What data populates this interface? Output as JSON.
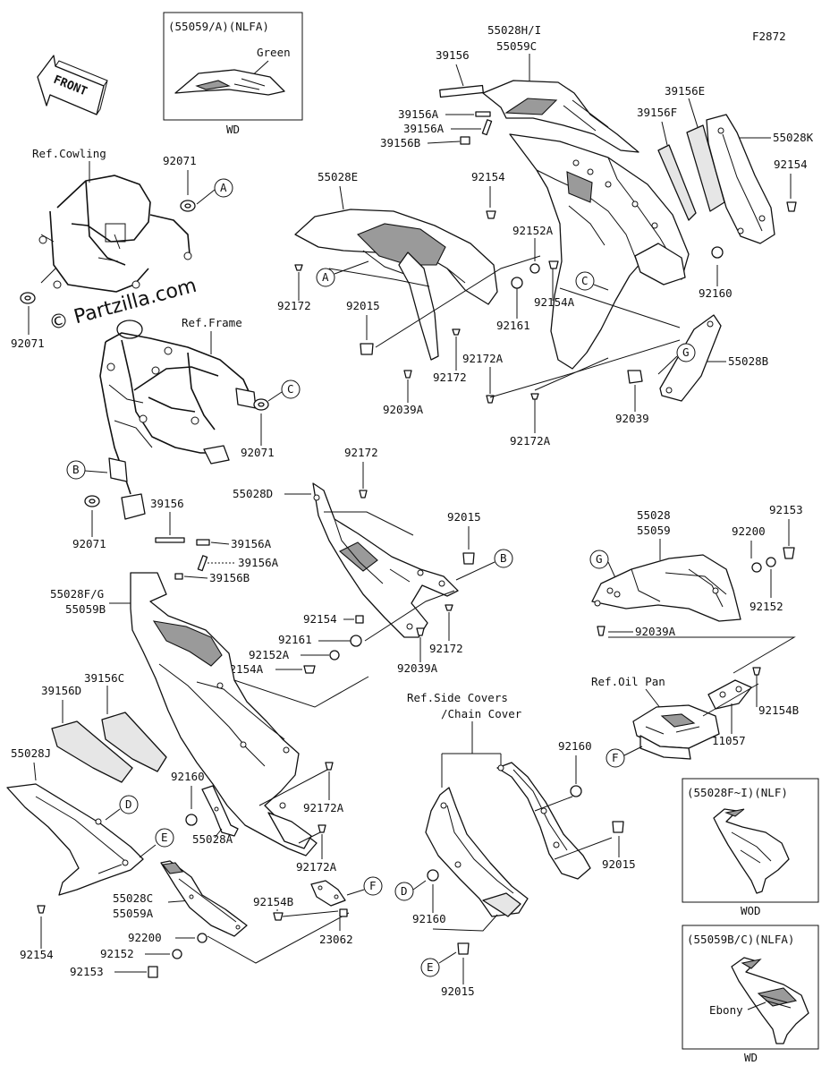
{
  "figure_code": "F2872",
  "watermark": "© Partzilla.com",
  "front_arrow_label": "FRONT",
  "ref_labels": {
    "cowling": "Ref.Cowling",
    "frame": "Ref.Frame",
    "side_covers_line1": "Ref.Side Covers",
    "side_covers_line2": "/Chain Cover",
    "oil_pan": "Ref.Oil Pan"
  },
  "insets": {
    "top": {
      "title": "(55059/A)(NLFA)",
      "color": "Green",
      "footer": "WD"
    },
    "nlf": {
      "title": "(55028F~I)(NLF)",
      "footer": "WOD"
    },
    "nlfa": {
      "title": "(55059B/C)(NLFA)",
      "color": "Ebony",
      "footer": "WD"
    }
  },
  "ref_letters": {
    "a": "A",
    "b": "B",
    "c": "C",
    "d": "D",
    "e": "E",
    "f": "F",
    "g": "G"
  },
  "part_numbers": {
    "p55028H": "55028H/I",
    "p55059C": "55059C",
    "p39156_top": "39156",
    "p39156A_1": "39156A",
    "p39156A_2": "39156A",
    "p39156B_top": "39156B",
    "p39156E": "39156E",
    "p39156F": "39156F",
    "p55028K": "55028K",
    "p92154_tr": "92154",
    "p92154_mid": "92154",
    "p55028E": "55028E",
    "p92152A_top": "92152A",
    "p92154A_top": "92154A",
    "p92160_tr": "92160",
    "p92161_top": "92161",
    "p92172_top1": "92172",
    "p92015_top": "92015",
    "p92172_top2": "92172",
    "p92172A_top1": "92172A",
    "p92039A_top": "92039A",
    "p92172A_top2": "92172A",
    "p55028B": "55028B",
    "p92039": "92039",
    "p92071_1": "92071",
    "p92071_2": "92071",
    "p92071_3": "92071",
    "p92071_4": "92071",
    "p39156_mid": "39156",
    "p39156A_3": "39156A",
    "p39156A_4": "39156A",
    "p39156B_mid": "39156B",
    "p92172_mid1": "92172",
    "p55028D": "55028D",
    "p92015_mid": "92015",
    "p92154_mid2": "92154",
    "p92161_mid": "92161",
    "p92152A_mid": "92152A",
    "p92154A_mid": "92154A",
    "p92172_mid2": "92172",
    "p92039A_mid": "92039A",
    "p55028F": "55028F/G",
    "p55059B": "55059B",
    "p55028": "55028",
    "p55059": "55059",
    "p92153_r": "92153",
    "p92200_r": "92200",
    "p92152_r": "92152",
    "p92039A_r": "92039A",
    "p92154B_r": "92154B",
    "p11057": "11057",
    "p39156C": "39156C",
    "p39156D": "39156D",
    "p55028J": "55028J",
    "p92160_bl": "92160",
    "p92172A_b1": "92172A",
    "p55028A": "55028A",
    "p92172A_b2": "92172A",
    "p92154_bl": "92154",
    "p55028C": "55028C",
    "p55059A": "55059A",
    "p92200_bl": "92200",
    "p92152_bl": "92152",
    "p92153_bl": "92153",
    "p92154B_b": "92154B",
    "p23062": "23062",
    "p92160_bm": "92160",
    "p92015_bm": "92015",
    "p92160_br": "92160",
    "p92015_br": "92015"
  }
}
